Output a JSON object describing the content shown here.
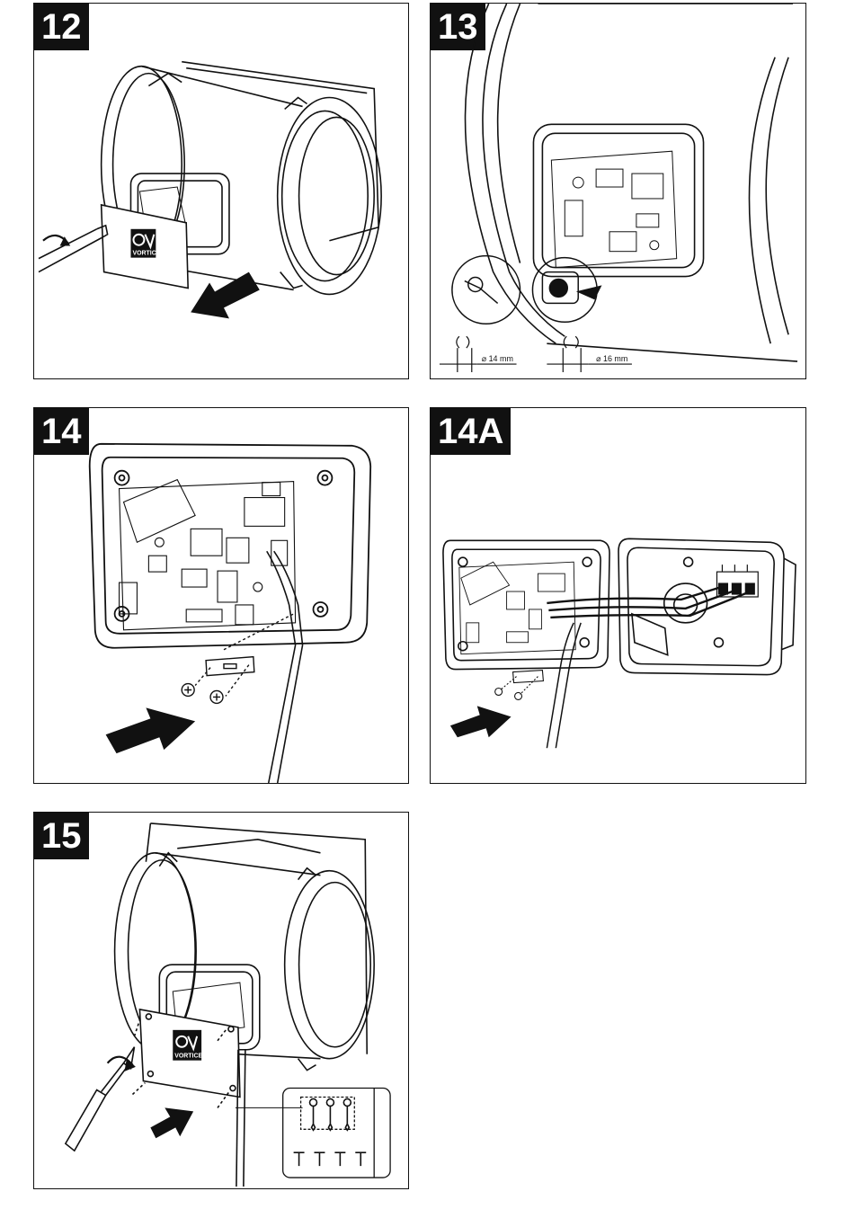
{
  "panels": {
    "p12": {
      "step": "12",
      "logo": "VORTICE"
    },
    "p13": {
      "step": "13",
      "dim_small": "⌀ 14 mm",
      "dim_large": "⌀ 16 mm"
    },
    "p14": {
      "step": "14"
    },
    "p14a": {
      "step": "14A"
    },
    "p15": {
      "step": "15",
      "logo": "VORTICE"
    }
  },
  "icons": [
    "screwdriver-icon",
    "push-arrow-icon",
    "screw-icon",
    "cable-gland-icon",
    "circuit-board-icon",
    "terminal-block-icon"
  ]
}
